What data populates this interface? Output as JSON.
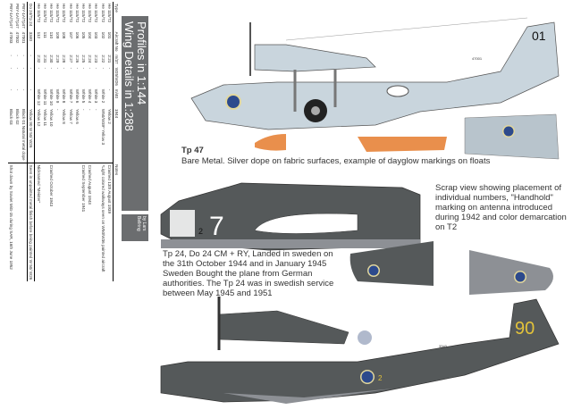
{
  "header": {
    "title_line1": "Profiles in 1:144",
    "title_line2": "Wing Details in 1:288",
    "author": "by Lars Bellring"
  },
  "table": {
    "columns": [
      "Type",
      "Aircraft No",
      "m/37",
      "W25/W26",
      "m/40",
      "1944",
      "Notes"
    ],
    "rows": [
      [
        "He 115/T2",
        "101",
        "2:21",
        "-",
        "-",
        "Yellow 2",
        "Crashed 13th August 1939"
      ],
      [
        "He 115/T2",
        "102",
        "2:22",
        "-",
        "White 2",
        "W50/W39* Yellow 3",
        "*Light colored walkways seen on W50/W36 painted aircraft"
      ],
      [
        "He 115/T2",
        "103",
        "2:23",
        "-",
        "White 3",
        "-",
        ""
      ],
      [
        "He 115/T2",
        "104",
        "2:24",
        "-",
        "White 4",
        "-",
        "Crashed August 1943"
      ],
      [
        "He 115/T2",
        "105",
        "2:25",
        "-",
        "White 5",
        "-",
        "Crashed September 1941"
      ],
      [
        "He 115/T2",
        "106",
        "2:26",
        "-",
        "White 6",
        "Yellow 6",
        ""
      ],
      [
        "He 115/T2",
        "107",
        "2:27",
        "-",
        "White 7",
        "Yellow 7",
        ""
      ],
      [
        "He 115/T2",
        "108",
        "2:28",
        "-",
        "White 8",
        "Yellow 8",
        ""
      ],
      [
        "He 115/T2",
        "109",
        "2:29",
        "-",
        "White 9",
        "-",
        ""
      ],
      [
        "He 115/T2",
        "110",
        "2:30",
        "-",
        "White 10",
        "Yellow 10",
        "Crashed October 1943"
      ],
      [
        "He 115/T2",
        "111",
        "2:31",
        "-",
        "White 11",
        "Yellow 11",
        ""
      ],
      [
        "He 115/T2",
        "112",
        "2:32",
        "-",
        "White 12",
        "Yellow 12",
        "Nicknamed \"Meister\""
      ],
      [
        "Do 24/Tp 24",
        "3340",
        "-",
        "-",
        "-",
        "Yellow 90 W 50/ W26",
        "Seen in unpainted metal finish before being painted W 50/ W26"
      ],
      [
        "PBY-1A/Tp47",
        "47001",
        "-",
        "-",
        "-",
        "Black 01 Natural metal dope",
        ""
      ],
      [
        "PBY-1A/Tp47",
        "47002",
        "-",
        "-",
        "-",
        "Black 02",
        ""
      ],
      [
        "PBY-1A/Tp47",
        "47003",
        "-",
        "-",
        "-",
        "Black 03",
        "Shot down by Soviet MiG-15 during SAR, 16th June 1952"
      ]
    ]
  },
  "profiles": {
    "tp47": {
      "title": "Tp 47",
      "caption": "Bare Metal. Silver dope on fabric surfaces, example of dayglow markings on floats",
      "tail_code": "01",
      "serial": "47001"
    },
    "he115": {
      "code": "7",
      "small_code": "2",
      "scrap_caption": "Scrap view showing placement of individual numbers, \"Handhold\" marking on antenna introduced during 1942 and color demarcation on T2"
    },
    "tp24": {
      "caption": "Tp 24, Do 24 CM + RY, Landed in sweden on the 31th October 1944 and in January 1945 Sweden Bought the plane from German authorities. The Tp 24 was in swedish service between May 1945 and 1951",
      "tail_code": "90",
      "hull_code": "2",
      "serial": "3343"
    }
  },
  "colors": {
    "pby": "#c9d5dd",
    "dark": "#55595a",
    "orange": "#e98f4c",
    "roundel": "#2d4a8c",
    "yellow": "#e2c23a"
  }
}
